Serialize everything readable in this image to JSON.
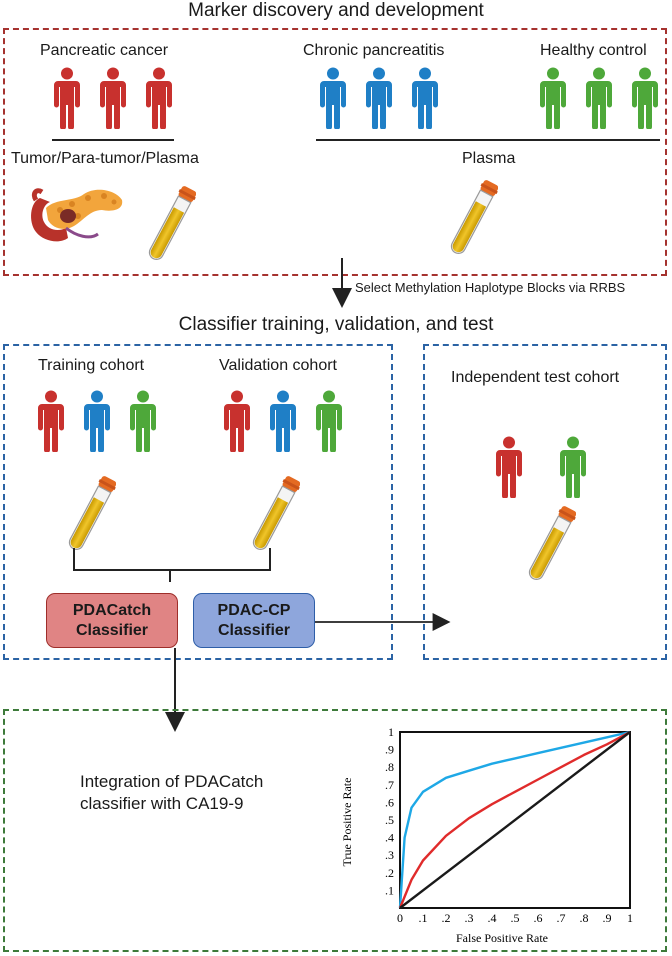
{
  "section1": {
    "title": "Marker discovery and development",
    "groups": {
      "pancreatic_cancer": "Pancreatic cancer",
      "chronic_pancreatitis": "Chronic pancreatitis",
      "healthy_control": "Healthy control"
    },
    "sample_labels": {
      "tumor": "Tumor/Para-tumor/Plasma",
      "plasma": "Plasma"
    }
  },
  "arrow1_label": "Select Methylation Haplotype Blocks via RRBS",
  "section2": {
    "title": "Classifier training, validation, and test",
    "training": "Training cohort",
    "validation": "Validation cohort",
    "test": "Independent test cohort",
    "classifier_a": "PDACatch\nClassifier",
    "classifier_b": "PDAC-CP\nClassifier"
  },
  "section3": {
    "text": "Integration of PDACatch\nclassifier with CA19-9"
  },
  "colors": {
    "cancer": "#c8312e",
    "pancreatitis": "#1f7fc6",
    "healthy": "#4ea83a",
    "box_red": "#a5322f",
    "box_blue": "#2b63a4",
    "box_green": "#3d7a3a",
    "btn_red_fill": "#e08484",
    "btn_red_border": "#9e2e2a",
    "btn_blue_fill": "#8ea6dc",
    "btn_blue_border": "#2e5ea8",
    "roc_cyan": "#1ea8e6",
    "roc_red": "#e02b2b"
  },
  "chart_data": {
    "type": "line",
    "xlabel": "False Positive Rate",
    "ylabel": "True Positive Rate",
    "xlim": [
      0,
      1
    ],
    "ylim": [
      0,
      1
    ],
    "x_ticks": [
      "0",
      ".1",
      ".2",
      ".3",
      ".4",
      ".5",
      ".6",
      ".7",
      ".8",
      ".9",
      "1"
    ],
    "y_ticks": [
      ".1",
      ".2",
      ".3",
      ".4",
      ".5",
      ".6",
      ".7",
      ".8",
      ".9",
      "1"
    ],
    "series": [
      {
        "color": "#1ea8e6",
        "x": [
          0,
          0.02,
          0.05,
          0.1,
          0.2,
          0.3,
          0.4,
          0.5,
          0.6,
          0.7,
          0.8,
          0.9,
          1.0
        ],
        "y": [
          0,
          0.4,
          0.57,
          0.66,
          0.74,
          0.78,
          0.82,
          0.85,
          0.88,
          0.91,
          0.94,
          0.97,
          1.0
        ]
      },
      {
        "color": "#e02b2b",
        "x": [
          0,
          0.05,
          0.1,
          0.2,
          0.3,
          0.4,
          0.5,
          0.6,
          0.7,
          0.8,
          0.9,
          1.0
        ],
        "y": [
          0,
          0.16,
          0.27,
          0.41,
          0.51,
          0.59,
          0.66,
          0.73,
          0.8,
          0.87,
          0.93,
          1.0
        ]
      },
      {
        "color": "#1a1a1a",
        "x": [
          0,
          1
        ],
        "y": [
          0,
          1
        ]
      }
    ]
  }
}
